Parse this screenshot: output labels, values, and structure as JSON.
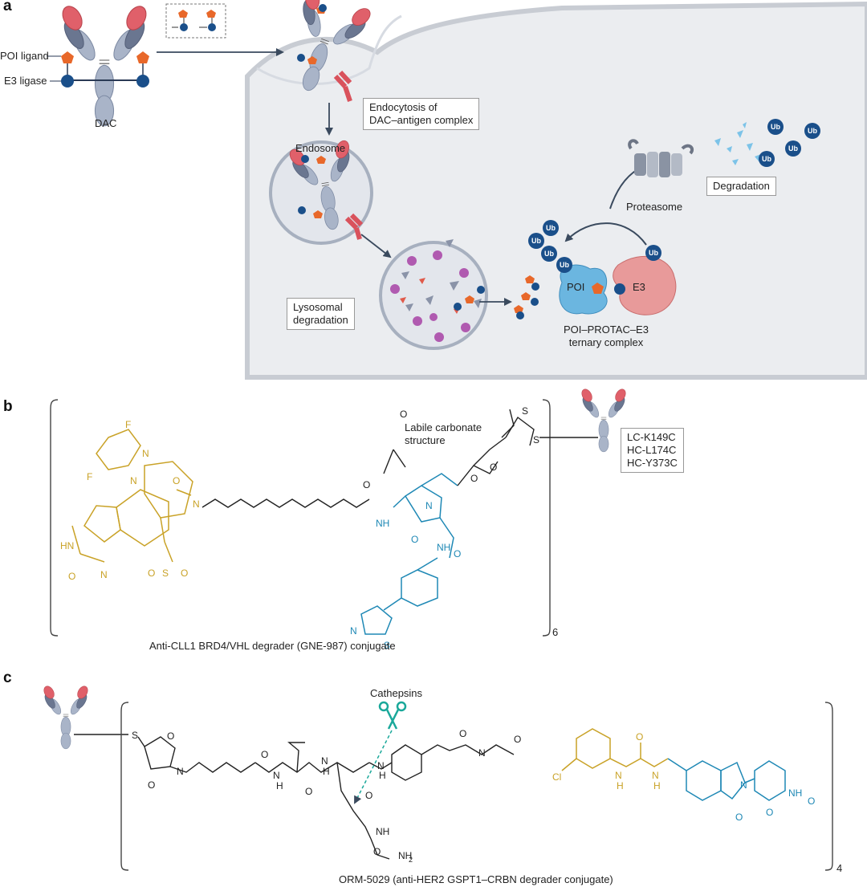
{
  "panels": {
    "a": "a",
    "b": "b",
    "c": "c"
  },
  "panel_a": {
    "poi_ligand": "POI ligand",
    "e3_ligase": "E3 ligase",
    "dac": "DAC",
    "endocytosis": "Endocytosis of\nDAC–antigen complex",
    "endosome": "Endosome",
    "lysosomal": "Lysosomal\ndegradation",
    "proteasome": "Proteasome",
    "degradation": "Degradation",
    "ub": "Ub",
    "poi": "POI",
    "e3": "E3",
    "ternary": "POI–PROTAC–E3\nternary complex"
  },
  "panel_b": {
    "labile": "Labile carbonate\nstructure",
    "mutations": [
      "LC-K149C",
      "HC-L174C",
      "HC-Y373C"
    ],
    "subscript": "6",
    "caption": "Anti-CLL1 BRD4/VHL degrader (GNE-987) conjugate",
    "atoms": {
      "F": "F",
      "N": "N",
      "HN": "HN",
      "O": "O",
      "S": "S",
      "H": "H"
    }
  },
  "panel_c": {
    "cathepsins": "Cathepsins",
    "subscript": "4",
    "caption": "ORM-5029 (anti-HER2 GSPT1–CRBN degrader conjugate)",
    "atoms": {
      "Cl": "Cl",
      "NH2": "NH2",
      "NH": "NH",
      "N": "N",
      "O": "O",
      "S": "S",
      "H": "H"
    }
  },
  "colors": {
    "antibody_fc": "#a9b4c8",
    "antibody_tip": "#e0606a",
    "poi_ligand": "#e8682a",
    "e3_ligase": "#1a4f8a",
    "cell": "#ebedf0",
    "poi_protein": "#6bb6e0",
    "e3_protein": "#e89a9a",
    "ub": "#1a4f8a",
    "brd4_ligand": "#c9a227",
    "vhl_ligand": "#1e88b5",
    "crbn_ligand": "#1e88b5",
    "gspt1_part": "#c9a227",
    "cathepsin": "#1aa89a"
  }
}
